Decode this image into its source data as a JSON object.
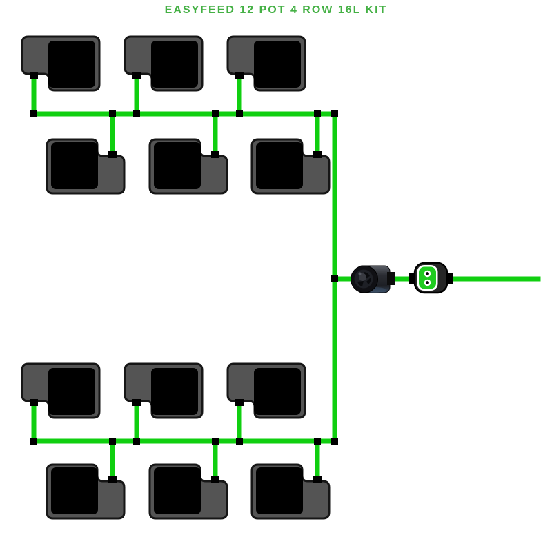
{
  "header": {
    "title": "EASYFEED 12 POT 4 ROW 16L KIT"
  },
  "colors": {
    "background": "#ffffff",
    "title_green": "#44b044",
    "tube_green": "#10cf10",
    "pot_gray": "#545454",
    "outline_dark": "#161616",
    "pot_opening": "#000000",
    "junction_black": "#000000",
    "valve_green": "#1fcb1f",
    "pump_dark": "#26282e"
  },
  "diagram": {
    "pot_count": 12,
    "row_count": 4,
    "pots_per_row": 3,
    "pot_capacity_label": "16L",
    "icons": {
      "pot": "pot-with-tray-icon",
      "pump": "inline-pump-icon",
      "valve": "dual-port-valve-icon",
      "tubing": "supply-tube",
      "tee": "tee-connector"
    }
  }
}
